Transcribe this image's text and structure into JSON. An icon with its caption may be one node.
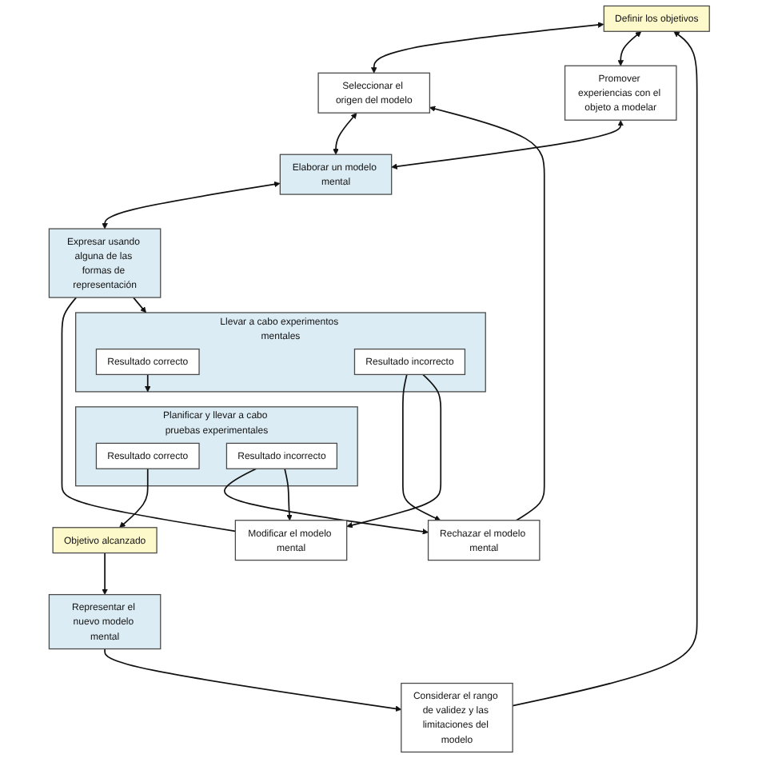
{
  "diagram": {
    "nodes": [
      {
        "text": [
          "Definir los objetivos"
        ]
      },
      {
        "text": [
          "Seleccionar el origen del modelo"
        ]
      },
      {
        "text": [
          "Promover experiencias con el objeto a modelar"
        ]
      },
      {
        "text": [
          "Elaborar un modelo mental"
        ]
      },
      {
        "text": [
          "Rechazar el modelo mental"
        ]
      },
      {
        "text": [
          "Considerar el rango de validez y las limitaciones del modelo"
        ]
      },
      {
        "text": [
          "Expresar usando alguna de las formas de representación"
        ]
      },
      {
        "text": [
          "Modificar el modelo mental"
        ]
      },
      {
        "text": [
          "Llevar a cabo experimentos mentales"
        ]
      },
      {
        "text": [
          "Resultado incorrecto"
        ],
        "in": 8
      },
      {
        "text": [
          "Resultado correcto"
        ],
        "in": 8
      },
      {
        "text": [
          "Representar el nuevo modelo mental"
        ]
      },
      {
        "text": [
          "Planificar y llevar a cabo pruebas experimentales"
        ]
      },
      {
        "text": [
          "Resultado incorrecto"
        ],
        "in": 12
      },
      {
        "text": [
          "Resultado correcto"
        ],
        "in": 12
      },
      {
        "text": [
          "Objetivo alcanzado"
        ]
      }
    ],
    "edges": [
      {
        "from": 0,
        "to": 1,
        "arrow": "both"
      },
      {
        "from": 0,
        "to": 2,
        "arrow": "both"
      },
      {
        "from": 1,
        "to": 3,
        "arrow": "both"
      },
      {
        "from": 2,
        "to": 3,
        "arrow": "both"
      },
      {
        "from": 3,
        "to": 6,
        "arrow": "both"
      },
      {
        "from": 6,
        "to": 7,
        "arrow": "none"
      },
      {
        "from": 6,
        "to": 8,
        "arrow": "to"
      },
      {
        "from": 10,
        "to": 12,
        "arrow": "to"
      },
      {
        "from": 9,
        "to": 4,
        "arrow": "to"
      },
      {
        "from": 9,
        "to": 7,
        "arrow": "to"
      },
      {
        "from": 13,
        "to": 4,
        "arrow": "to"
      },
      {
        "from": 13,
        "to": 7,
        "arrow": "to"
      },
      {
        "from": 4,
        "to": 1,
        "arrow": "to"
      },
      {
        "from": 14,
        "to": 15,
        "arrow": "to"
      },
      {
        "from": 15,
        "to": 11,
        "arrow": "to"
      },
      {
        "from": 11,
        "to": 5,
        "arrow": "to"
      },
      {
        "from": 5,
        "to": 0,
        "arrow": "to"
      }
    ]
  }
}
